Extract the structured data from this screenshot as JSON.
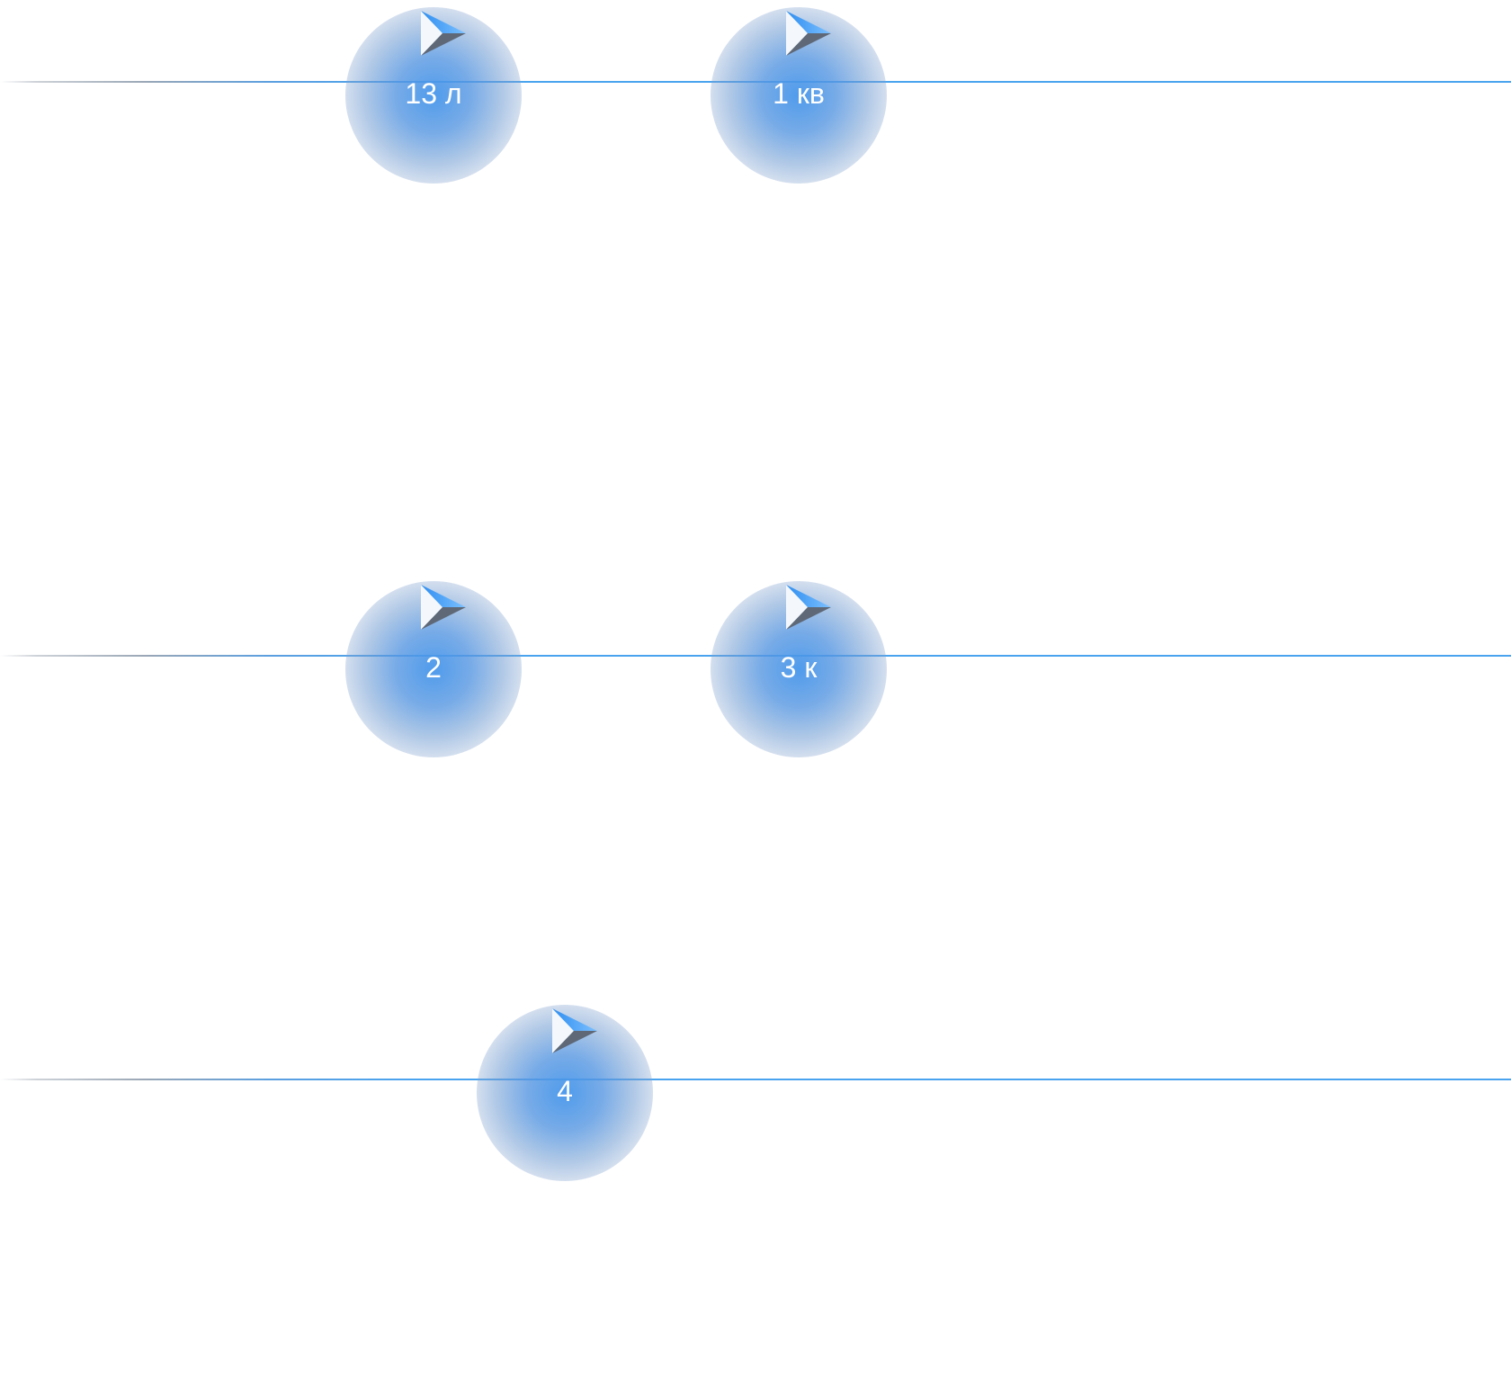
{
  "accent_color": "#4aa3ee",
  "marker_icon": "play-arrow-icon",
  "rows": [
    {
      "markers": [
        {
          "label": "13 л"
        },
        {
          "label": "1 кв"
        }
      ]
    },
    {
      "markers": [
        {
          "label": "2"
        },
        {
          "label": "3 к"
        }
      ]
    },
    {
      "markers": [
        {
          "label": "4"
        }
      ]
    }
  ]
}
